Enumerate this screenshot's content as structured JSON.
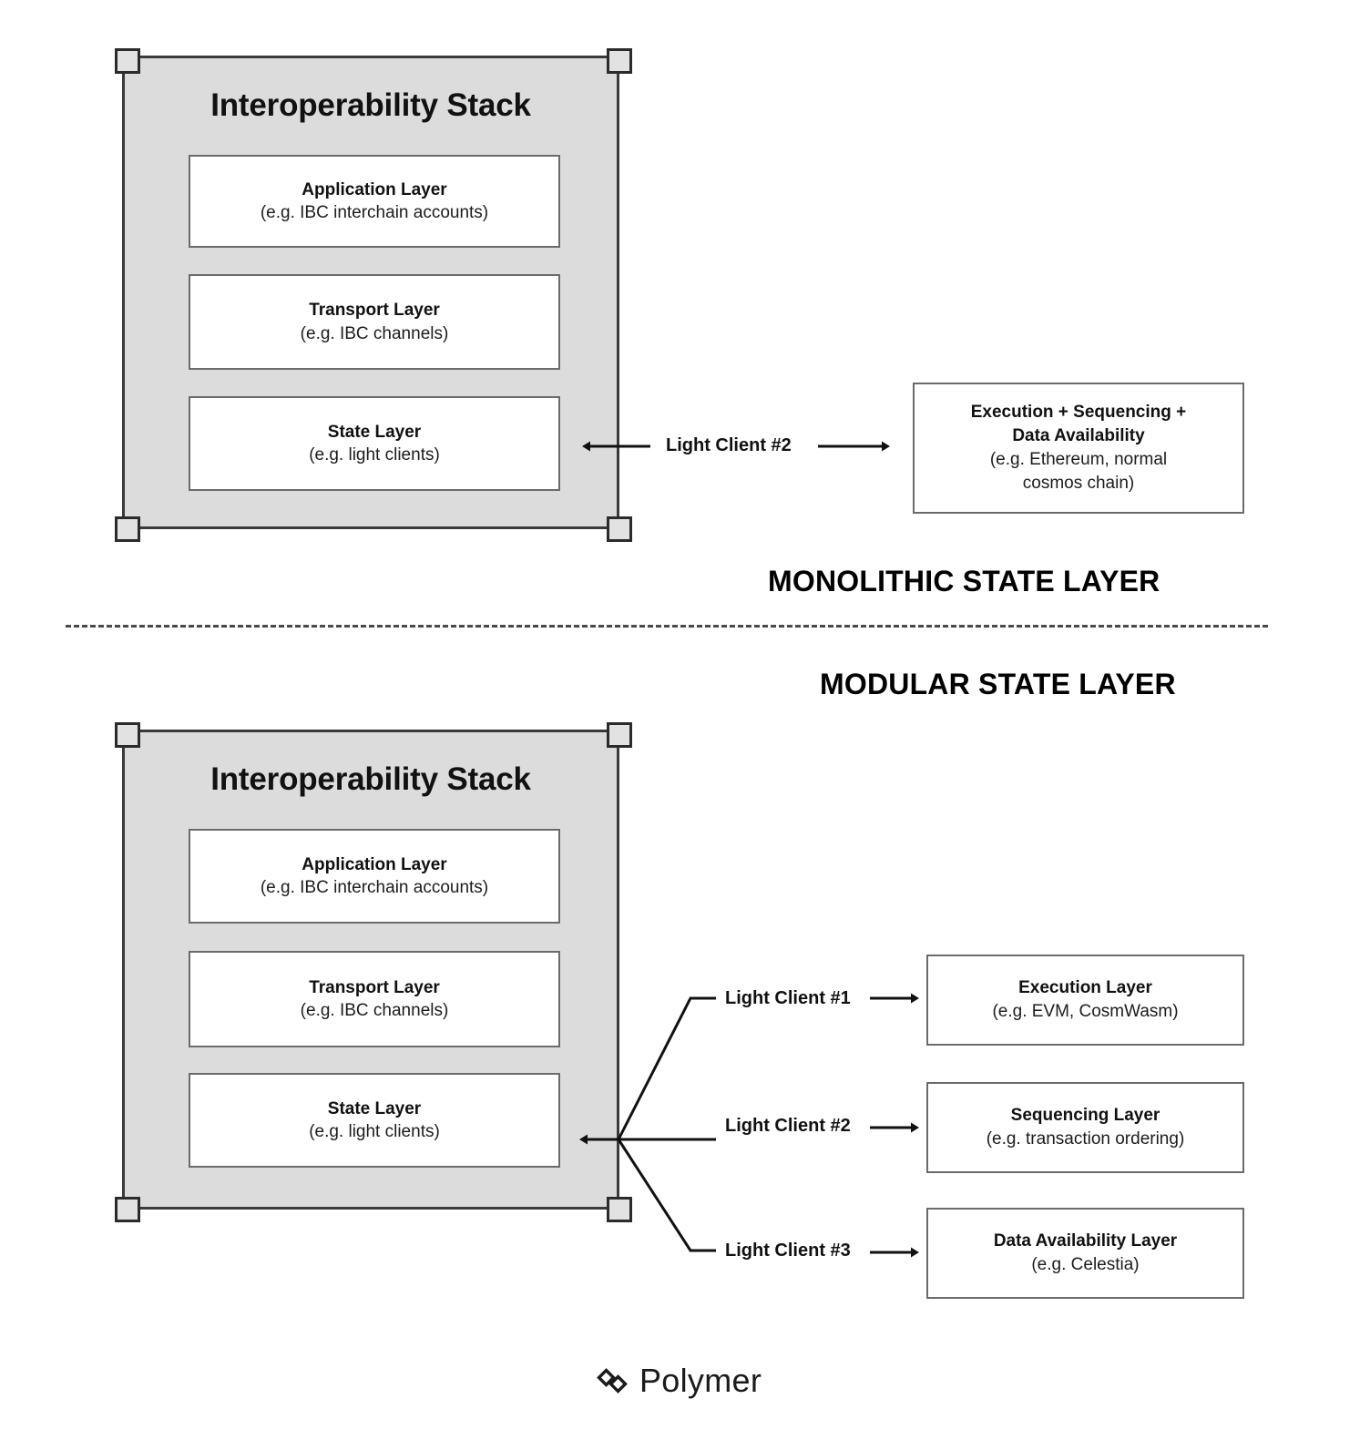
{
  "diagram": {
    "title_monolithic": "MONOLITHIC STATE LAYER",
    "title_modular": "MODULAR STATE LAYER",
    "stack_heading": "Interoperability Stack",
    "layers": [
      {
        "title": "Application Layer",
        "subtitle": "(e.g. IBC interchain accounts)"
      },
      {
        "title": "Transport Layer",
        "subtitle": "(e.g. IBC channels)"
      },
      {
        "title": "State Layer",
        "subtitle": "(e.g. light clients)"
      }
    ]
  },
  "monolithic": {
    "caption": "MONOLITHIC STATE LAYER",
    "stack_heading": "Interoperability Stack",
    "layers": [
      {
        "title": "Application Layer",
        "subtitle": "(e.g. IBC interchain accounts)"
      },
      {
        "title": "Transport Layer",
        "subtitle": "(e.g. IBC channels)"
      },
      {
        "title": "State Layer",
        "subtitle": "(e.g. light clients)"
      }
    ],
    "connector": {
      "label": "Light Client #2"
    },
    "target": {
      "title_line1": "Execution + Sequencing +",
      "title_line2": "Data Availability",
      "sub_line1": "(e.g. Ethereum, normal",
      "sub_line2": "cosmos chain)"
    }
  },
  "modular": {
    "caption": "MODULAR STATE LAYER",
    "stack_heading": "Interoperability Stack",
    "layers": [
      {
        "title": "Application Layer",
        "subtitle": "(e.g. IBC interchain accounts)"
      },
      {
        "title": "Transport Layer",
        "subtitle": "(e.g. IBC channels)"
      },
      {
        "title": "State Layer",
        "subtitle": "(e.g. light clients)"
      }
    ],
    "connectors": [
      {
        "label": "Light Client #1"
      },
      {
        "label": "Light Client #2"
      },
      {
        "label": "Light Client #3"
      }
    ],
    "targets": [
      {
        "title": "Execution Layer",
        "subtitle": "(e.g. EVM, CosmWasm)"
      },
      {
        "title": "Sequencing Layer",
        "subtitle": "(e.g. transaction ordering)"
      },
      {
        "title": "Data Availability Layer",
        "subtitle": "(e.g. Celestia)"
      }
    ]
  },
  "footer": {
    "brand": "Polymer",
    "logo_icon": "polymer-interlocking-diamonds-icon"
  },
  "colors": {
    "panel_fill": "#dcdcdc",
    "panel_border": "#3a3a3a",
    "box_border": "#6b6b6b",
    "text": "#111111",
    "background": "#ffffff"
  }
}
